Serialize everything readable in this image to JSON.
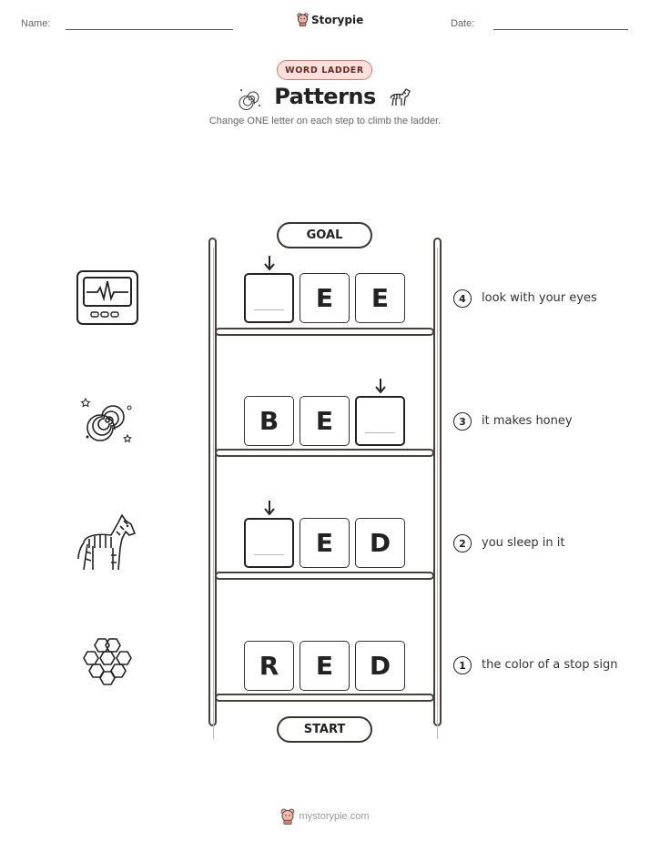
{
  "header": {
    "name_label": "Name:",
    "date_label": "Date:",
    "brand": "Storypie"
  },
  "badge": "WORD LADDER",
  "title": "Patterns",
  "subtitle": "Change ONE letter on each step to climb the ladder.",
  "goal_label": "GOAL",
  "start_label": "START",
  "rows": [
    {
      "number": "4",
      "clue": "look with your eyes",
      "letters": [
        "",
        "E",
        "E"
      ],
      "picture": "heart-monitor-icon"
    },
    {
      "number": "3",
      "clue": "it makes honey",
      "letters": [
        "B",
        "E",
        ""
      ],
      "picture": "galaxy-icon"
    },
    {
      "number": "2",
      "clue": "you sleep in it",
      "letters": [
        "",
        "E",
        "D"
      ],
      "picture": "zebra-icon"
    },
    {
      "number": "1",
      "clue": "the color of a stop sign",
      "letters": [
        "R",
        "E",
        "D"
      ],
      "picture": "honeycomb-icon"
    }
  ],
  "footer": "mystorypie.com",
  "colors": {
    "badge_bg": "#fbe0db",
    "badge_border": "#d9776b",
    "ladder": "#4a403b"
  }
}
